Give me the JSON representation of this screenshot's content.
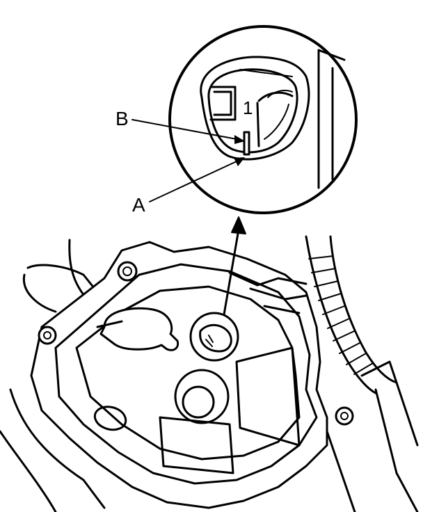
{
  "callouts": {
    "a": "A",
    "b": "B",
    "mark": "1"
  }
}
